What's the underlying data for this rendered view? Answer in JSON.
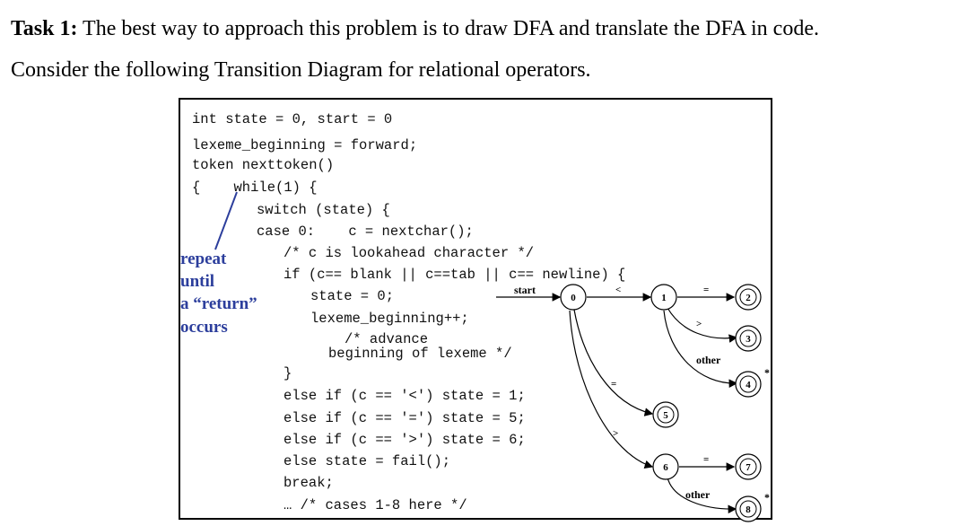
{
  "heading": {
    "task_label": "Task 1:",
    "task_text": " The best way to approach this problem is to draw DFA and translate the DFA in code.",
    "line2": "Consider the following Transition Diagram for relational operators."
  },
  "code": {
    "lines": [
      "int state = 0, start = 0",
      "lexeme_beginning = forward;",
      "token nexttoken()",
      "{    while(1) {",
      "switch (state) {",
      "case 0:    c = nextchar();",
      "/* c is lookahead character */",
      "if (c== blank || c==tab || c== newline) {",
      "state = 0;",
      "lexeme_beginning++;",
      "/* advance",
      "beginning of lexeme */",
      "}",
      "else if (c == '<') state = 1;",
      "else if (c == '=') state = 5;",
      "else if (c == '>') state = 6;",
      "else state = fail();",
      "break;",
      "… /* cases 1-8 here */"
    ]
  },
  "annotation": {
    "lines": [
      "repeat",
      "until",
      "a “return”",
      "occurs"
    ],
    "color": "#2c3e9c"
  },
  "diagram": {
    "start_label": "start",
    "states": [
      "0",
      "1",
      "2",
      "3",
      "4",
      "5",
      "6",
      "7",
      "8"
    ],
    "edge_labels": {
      "lt": "<",
      "eq_1_2": "=",
      "gt_1_3": ">",
      "other_1_4": "other",
      "eq_0_5": "=",
      "gt_0_6": ">",
      "eq_6_7": "=",
      "other_6_8": "other"
    },
    "retract_marks": [
      "*",
      "*"
    ]
  }
}
